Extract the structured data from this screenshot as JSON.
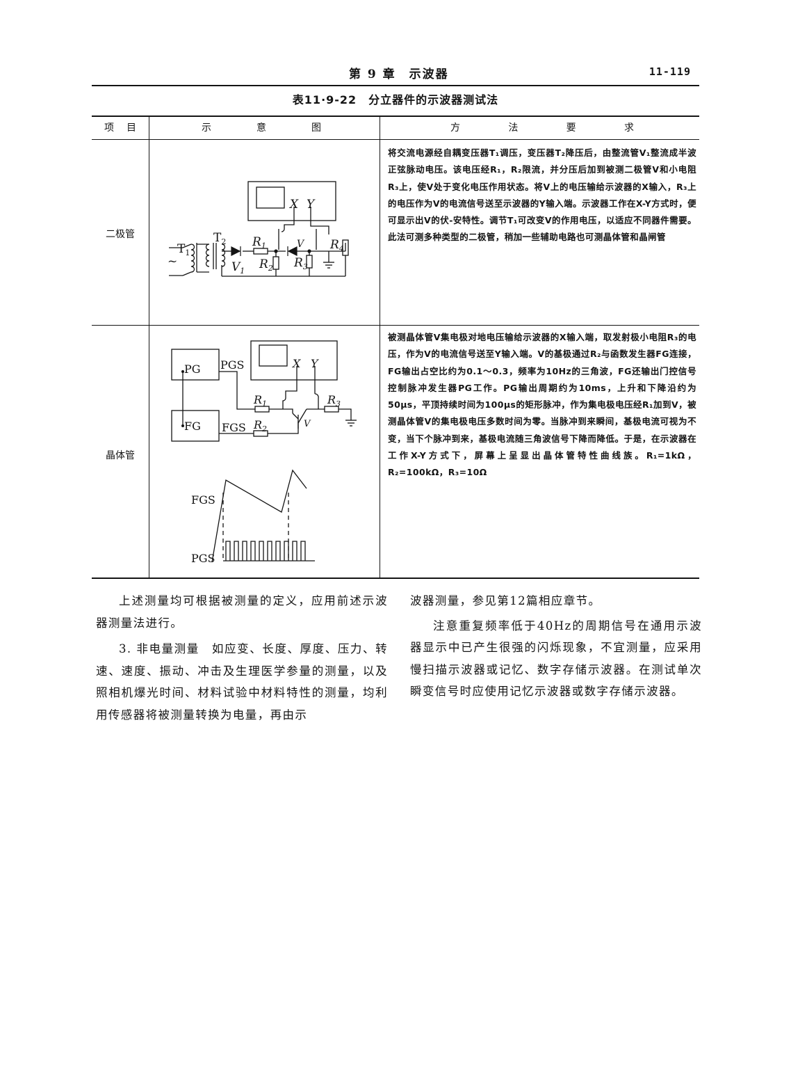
{
  "header": {
    "chapter": "第 9 章　示波器",
    "page_number": "11-119"
  },
  "table": {
    "caption": "表11·9-22　分立器件的示波器测试法",
    "col_headers": {
      "item": [
        "项",
        "目"
      ],
      "diagram": [
        "示",
        "意",
        "图"
      ],
      "method": [
        "方",
        "法",
        "要",
        "求"
      ]
    },
    "rows": [
      {
        "label": "二极管",
        "diagram_labels": {
          "t1": "T",
          "t1_sub": "1",
          "t2": "T",
          "t2_sub": "2",
          "v1": "V",
          "v1_sub": "1",
          "r1": "R",
          "r1_sub": "1",
          "r2": "R",
          "r2_sub": "2",
          "r3": "R",
          "r3_sub": "3",
          "r4": "R",
          "r4_sub": "4",
          "v": "V",
          "x": "X",
          "y": "Y",
          "ac": "~"
        },
        "method": "将交流电源经自耦变压器T₁调压，变压器T₂降压后，由整流管V₁整流成半波正弦脉动电压。该电压经R₁，R₂限流，并分压后加到被测二极管V和小电阻R₃上，使V处于变化电压作用状态。将V上的电压输给示波器的X输入，R₃上的电压作为V的电流信号送至示波器的Y输入端。示波器工作在X-Y方式时，便可显示出V的伏-安特性。调节T₁可改变V的作用电压，以适应不同器件需要。此法可测多种类型的二极管，稍加一些辅助电路也可测晶体管和晶闸管"
      },
      {
        "label": "晶体管",
        "diagram_labels": {
          "pg": "PG",
          "pgs": "PGS",
          "fg": "FG",
          "fgs": "FGS",
          "r1": "R",
          "r1_sub": "1",
          "r2": "R",
          "r2_sub": "2",
          "r3": "R",
          "r3_sub": "3",
          "v": "V",
          "x": "X",
          "y": "Y",
          "wave_fgs": "FGS",
          "wave_pgs": "PGS"
        },
        "method": "被测晶体管V集电极对地电压输给示波器的X输入端，取发射极小电阻R₃的电压，作为V的电流信号送至Y输入端。V的基极通过R₂与函数发生器FG连接，FG输出占空比约为0.1～0.3，频率为10Hz的三角波，FG还输出门控信号控制脉冲发生器PG工作。PG输出周期约为10ms，上升和下降沿约为50μs，平顶持续时间为100μs的矩形脉冲，作为集电极电压经R₁加到V，被测晶体管V的集电极电压多数时间为零。当脉冲到来瞬间，基极电流可视为不变，当下个脉冲到来，基极电流随三角波信号下降而降低。于是，在示波器在工作X-Y方式下，屏幕上呈显出晶体管特性曲线族。R₁=1kΩ，R₂=100kΩ，R₃=10Ω"
      }
    ]
  },
  "body": {
    "left": [
      "上述测量均可根据被测量的定义，应用前述示波器测量法进行。",
      "3. 非电量测量　如应变、长度、厚度、压力、转速、速度、振动、冲击及生理医学参量的测量，以及照相机爆光时间、材料试验中材料特性的测量，均利用传感器将被测量转换为电量，再由示"
    ],
    "right": [
      "波器测量，参见第12篇相应章节。",
      "注意重复频率低于40Hz的周期信号在通用示波器显示中已产生很强的闪烁现象，不宜测量，应采用慢扫描示波器或记忆、数字存储示波器。在测试单次瞬变信号时应使用记忆示波器或数字存储示波器。"
    ]
  }
}
